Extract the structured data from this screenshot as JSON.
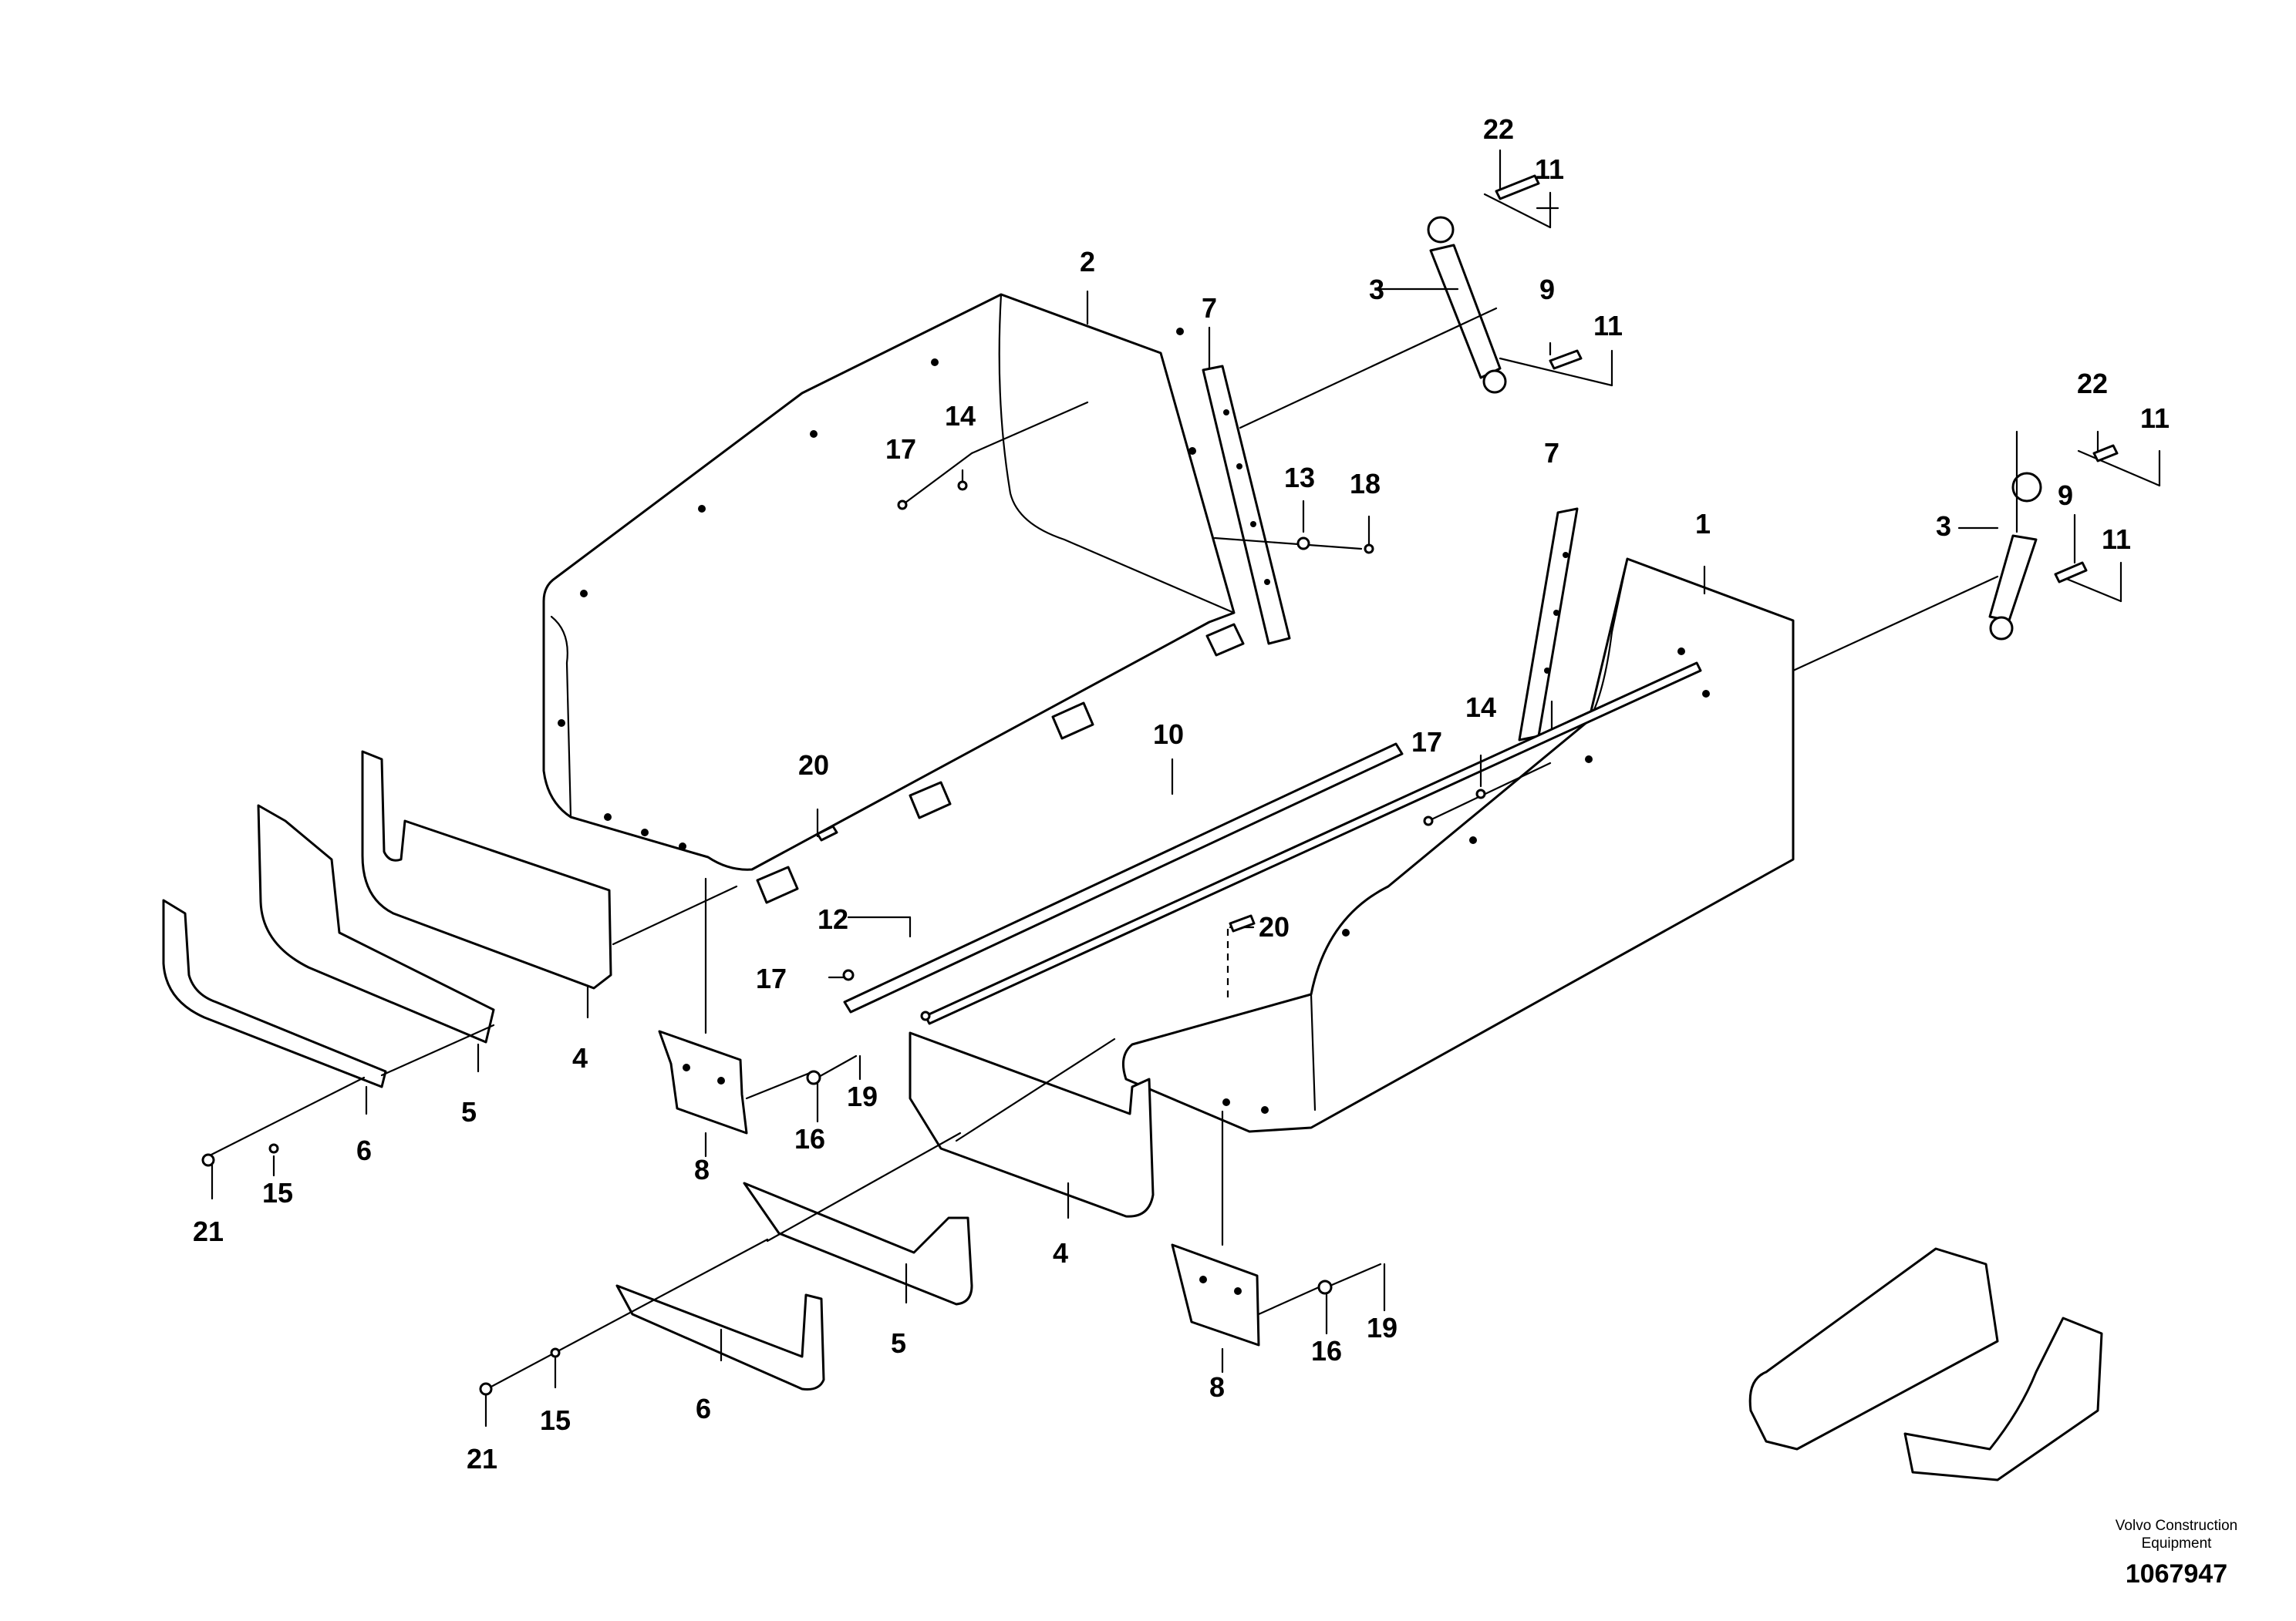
{
  "diagram": {
    "labels": [
      "22",
      "11",
      "3",
      "9",
      "11",
      "2",
      "7",
      "14",
      "17",
      "13",
      "18",
      "22",
      "11",
      "3",
      "9",
      "11",
      "7",
      "1",
      "14",
      "17",
      "10",
      "20",
      "12",
      "17",
      "20",
      "4",
      "5",
      "6",
      "15",
      "21",
      "8",
      "16",
      "19",
      "4",
      "5",
      "6",
      "15",
      "21",
      "8",
      "16",
      "19"
    ],
    "footer": {
      "brand_line1": "Volvo Construction",
      "brand_line2": "Equipment",
      "doc_number": "1067947"
    },
    "colors": {
      "ink": "#000000",
      "paper": "#ffffff"
    }
  }
}
